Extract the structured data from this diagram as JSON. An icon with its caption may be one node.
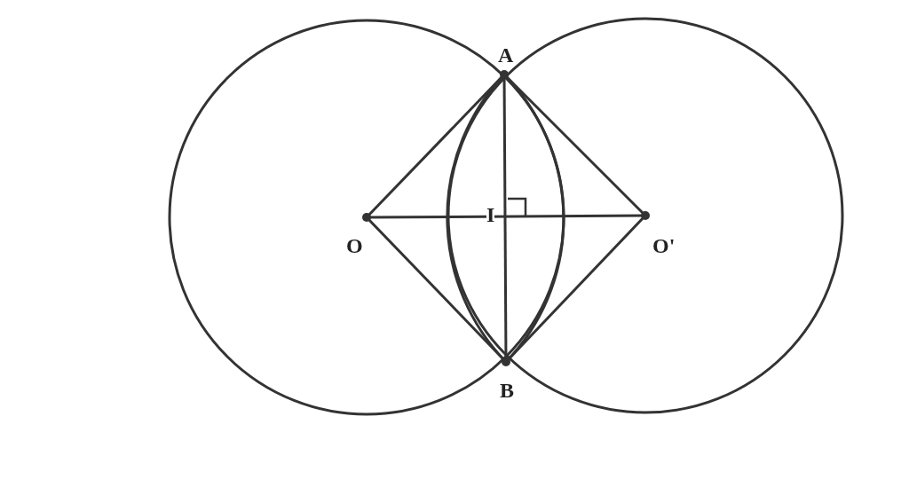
{
  "diagram": {
    "nodes": [
      {
        "text": [
          "A"
        ]
      },
      {
        "text": [
          "O"
        ]
      },
      {
        "text": [
          "O'"
        ]
      },
      {
        "text": [
          "B"
        ]
      }
    ],
    "edges": [
      {
        "from": 0,
        "to": 1,
        "arrow": "none"
      },
      {
        "from": 0,
        "to": 2,
        "arrow": "none"
      },
      {
        "from": 1,
        "to": 3,
        "arrow": "none"
      },
      {
        "from": 2,
        "to": 3,
        "arrow": "none"
      },
      {
        "from": 0,
        "to": 3,
        "arrow": "none"
      },
      {
        "from": 1,
        "to": 2,
        "arrow": "none"
      }
    ],
    "labels": [
      "I"
    ]
  }
}
